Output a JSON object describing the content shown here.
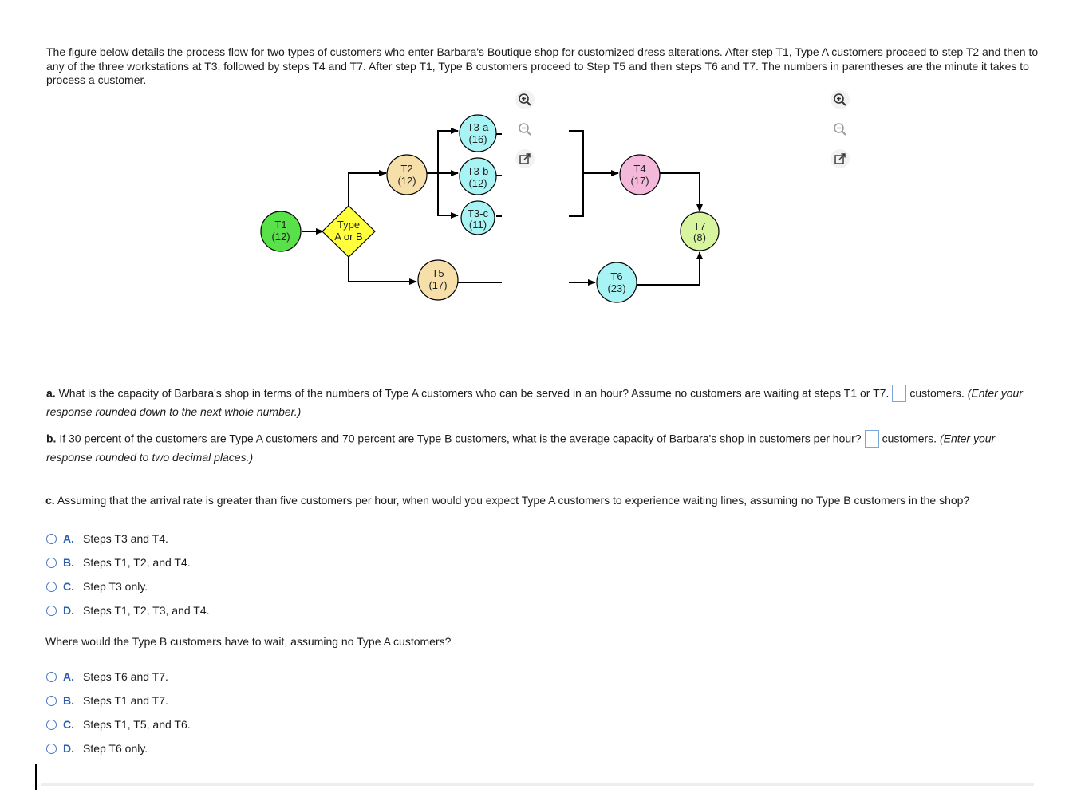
{
  "intro_text": "The figure below details the process flow for two types of customers who enter Barbara's Boutique shop for customized dress alterations. After step T1, Type A customers proceed to step T2 and then to any of the three workstations at T3, followed by steps T4 and T7. After step T1, Type B customers proceed to Step T5 and then steps T6 and T7. The numbers in parentheses are the minute it takes to process a customer.",
  "diagram": {
    "nodes": {
      "t1": {
        "name": "T1",
        "time": "(12)",
        "color": "#59e14a"
      },
      "decision": {
        "line1": "Type",
        "line2": "A or B",
        "color": "#ffff3c"
      },
      "t2": {
        "name": "T2",
        "time": "(12)",
        "color": "#f6dfa8"
      },
      "t3a": {
        "name": "T3-a",
        "time": "(16)",
        "color": "#a8f3f3"
      },
      "t3b": {
        "name": "T3-b",
        "time": "(12)",
        "color": "#a8f3f3"
      },
      "t3c": {
        "name": "T3-c",
        "time": "(11)",
        "color": "#a8f3f3"
      },
      "t4": {
        "name": "T4",
        "time": "(17)",
        "color": "#f4b9da"
      },
      "t5": {
        "name": "T5",
        "time": "(17)",
        "color": "#f6dfa8"
      },
      "t6": {
        "name": "T6",
        "time": "(23)",
        "color": "#a8f3f3"
      },
      "t7": {
        "name": "T7",
        "time": "(8)",
        "color": "#d7f59f"
      }
    }
  },
  "tools": {
    "icons": [
      "zoom-in-icon",
      "zoom-out-icon",
      "open-external-icon"
    ]
  },
  "question_a": {
    "label": "a.",
    "text": "What is the capacity of Barbara's shop in terms of the numbers of Type A customers who can be served in an hour? Assume no customers are waiting at steps T1 or T7.",
    "unit": "customers.",
    "hint": "(Enter your response rounded down to the next whole number.)"
  },
  "question_b": {
    "label": "b.",
    "text": "If 30 percent of the customers are Type A customers and 70 percent are Type B customers, what is the average capacity of Barbara's shop in customers per hour?",
    "unit": "customers.",
    "hint": "(Enter your response rounded to two decimal places.)"
  },
  "question_c": {
    "label": "c.",
    "text": "Assuming that the arrival rate is greater than five customers per hour, when would you expect Type A customers to experience waiting lines, assuming no Type B customers in the shop?",
    "options": [
      {
        "letter": "A.",
        "text": "Steps T3 and T4."
      },
      {
        "letter": "B.",
        "text": "Steps T1, T2, and T4."
      },
      {
        "letter": "C.",
        "text": "Step T3 only."
      },
      {
        "letter": "D.",
        "text": "Steps T1, T2, T3, and T4."
      }
    ]
  },
  "question_c2": {
    "text": "Where would the Type B customers have to wait, assuming no Type A customers?",
    "options": [
      {
        "letter": "A.",
        "text": "Steps T6 and T7."
      },
      {
        "letter": "B.",
        "text": "Steps T1 and T7."
      },
      {
        "letter": "C.",
        "text": "Steps T1, T5, and T6."
      },
      {
        "letter": "D.",
        "text": "Step T6 only."
      }
    ]
  }
}
